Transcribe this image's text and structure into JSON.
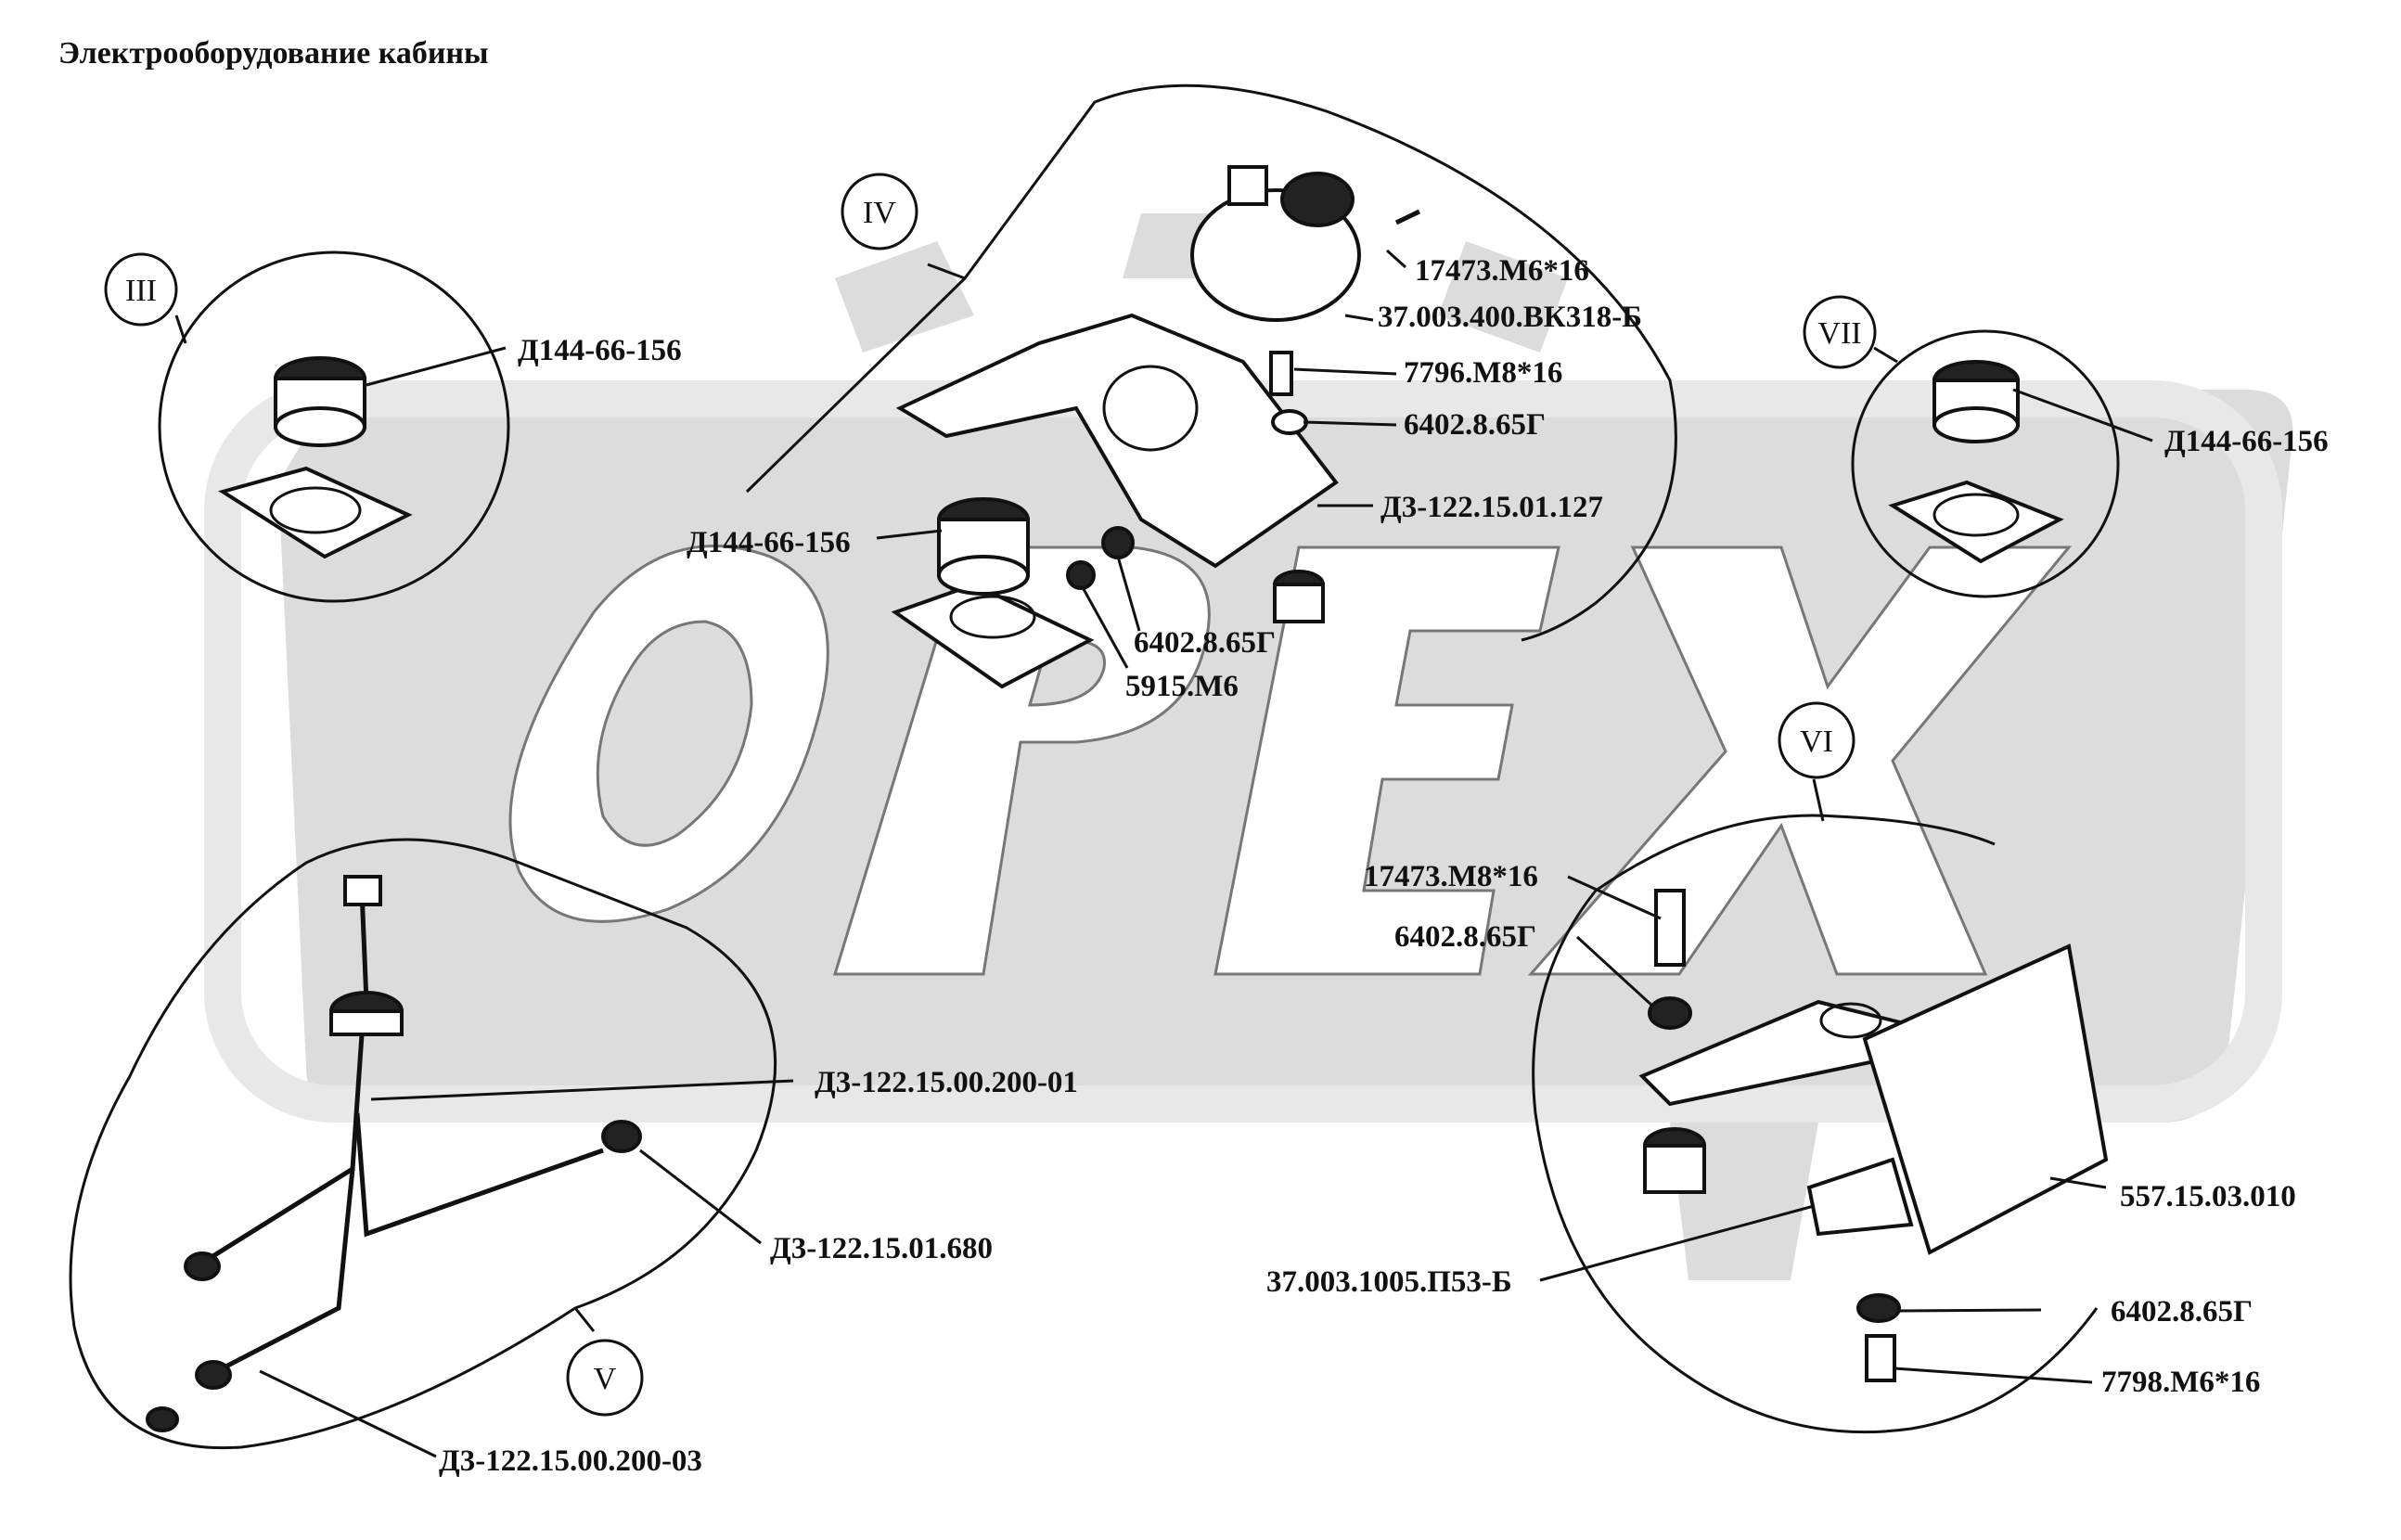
{
  "title": "Электрооборудование кабины",
  "watermark": {
    "text": "ОРЕХ",
    "color": "#dcdcdc"
  },
  "callouts": {
    "III": "III",
    "IV": "IV",
    "V": "V",
    "VI": "VI",
    "VII": "VII"
  },
  "labels": {
    "iii_d144": "Д144-66-156",
    "iv_bolt_m6": "17473.М6*16",
    "iv_switch": "37.003.400.ВК318-Б",
    "iv_bolt_m8": "7796.М8*16",
    "iv_washer": "6402.8.65Г",
    "iv_bracket": "Д3-122.15.01.127",
    "iv_d144": "Д144-66-156",
    "iv_washer2": "6402.8.65Г",
    "iv_nut": "5915.М6",
    "vii_d144": "Д144-66-156",
    "v_harness_01": "Д3-122.15.00.200-01",
    "v_tube": "Д3-122.15.01.680",
    "v_harness_03": "Д3-122.15.00.200-03",
    "vi_bolt_m8": "17473.М8*16",
    "vi_washer": "6402.8.65Г",
    "vi_cover": "557.15.03.010",
    "vi_switch": "37.003.1005.П53-Б",
    "vi_washer2": "6402.8.65Г",
    "vi_bolt_m6": "7798.М6*16"
  }
}
